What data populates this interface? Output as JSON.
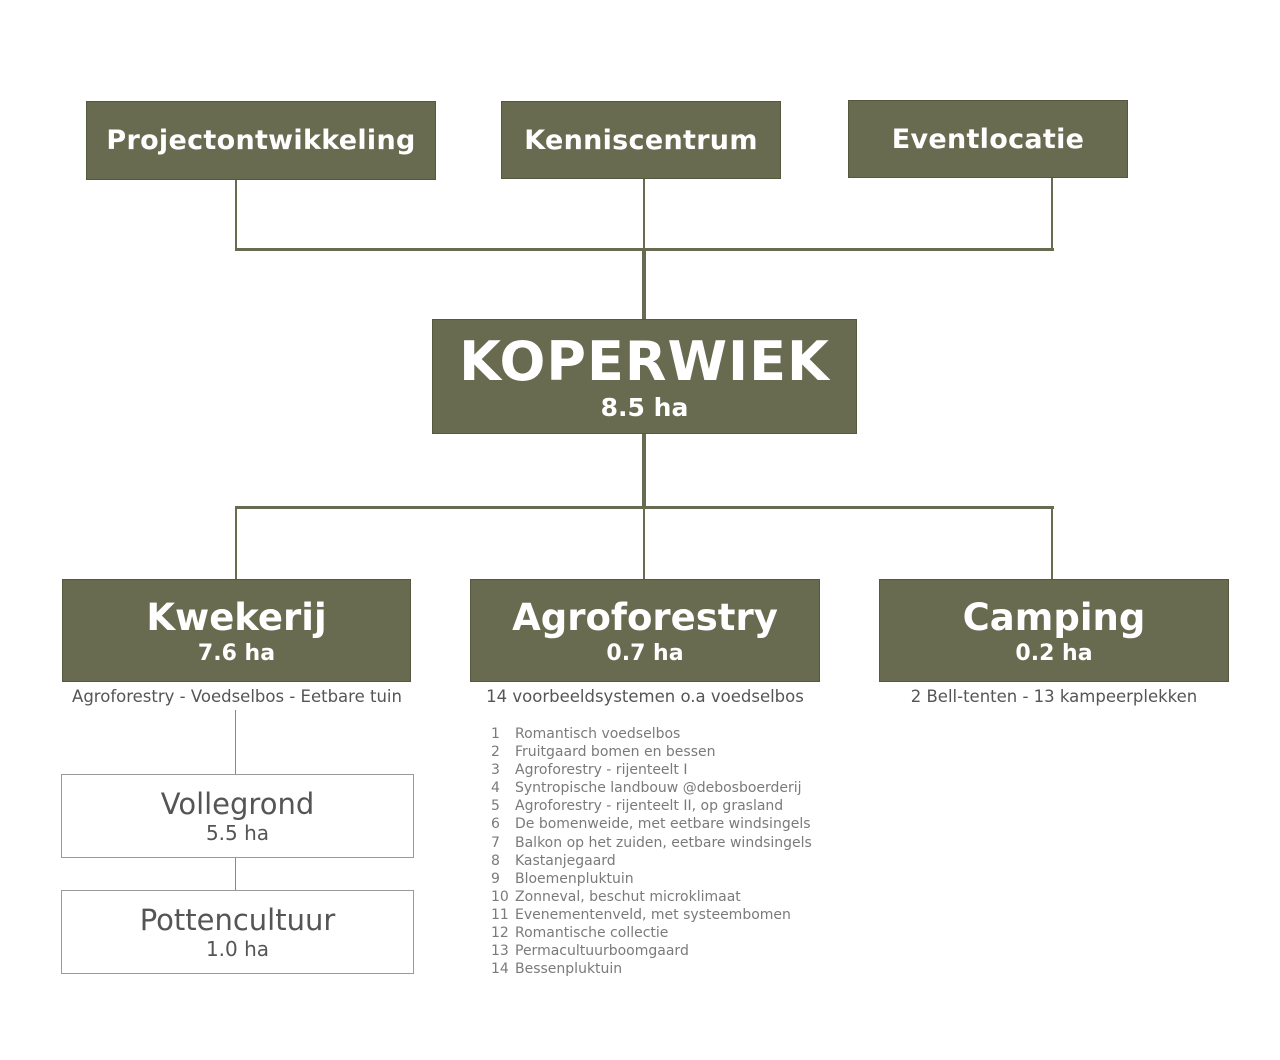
{
  "top_units": [
    {
      "label": "Projectontwikkeling"
    },
    {
      "label": "Kenniscentrum"
    },
    {
      "label": "Eventlocatie"
    }
  ],
  "root": {
    "title": "KOPERWIEK",
    "area": "8.5 ha"
  },
  "branches": [
    {
      "title": "Kwekerij",
      "area": "7.6 ha",
      "subtitle": "Agroforestry - Voedselbos - Eetbare tuin"
    },
    {
      "title": "Agroforestry",
      "area": "0.7 ha",
      "subtitle": "14 voorbeeldsystemen o.a voedselbos"
    },
    {
      "title": "Camping",
      "area": "0.2 ha",
      "subtitle": "2 Bell-tenten - 13 kampeerplekken"
    }
  ],
  "kwekerij_children": [
    {
      "title": "Vollegrond",
      "area": "5.5 ha"
    },
    {
      "title": "Pottencultuur",
      "area": "1.0 ha"
    }
  ],
  "agroforestry_systems": [
    {
      "num": "1",
      "label": "Romantisch voedselbos"
    },
    {
      "num": "2",
      "label": "Fruitgaard bomen en bessen"
    },
    {
      "num": "3",
      "label": "Agroforestry - rijenteelt I"
    },
    {
      "num": "4",
      "label": "Syntropische landbouw @debosboerderij"
    },
    {
      "num": "5",
      "label": "Agroforestry - rijenteelt II, op grasland"
    },
    {
      "num": "6",
      "label": "De bomenweide, met eetbare windsingels"
    },
    {
      "num": "7",
      "label": "Balkon op het zuiden, eetbare windsingels"
    },
    {
      "num": "8",
      "label": "Kastanjegaard"
    },
    {
      "num": "9",
      "label": "Bloemenpluktuin"
    },
    {
      "num": "10",
      "label": "Zonneval, beschut microklimaat"
    },
    {
      "num": "11",
      "label": "Evenementenveld, met systeembomen"
    },
    {
      "num": "12",
      "label": "Romantische collectie"
    },
    {
      "num": "13",
      "label": "Permacultuurboomgaard"
    },
    {
      "num": "14",
      "label": "Bessenpluktuin"
    }
  ],
  "colors": {
    "box": "#686b50",
    "text": "#555555"
  }
}
